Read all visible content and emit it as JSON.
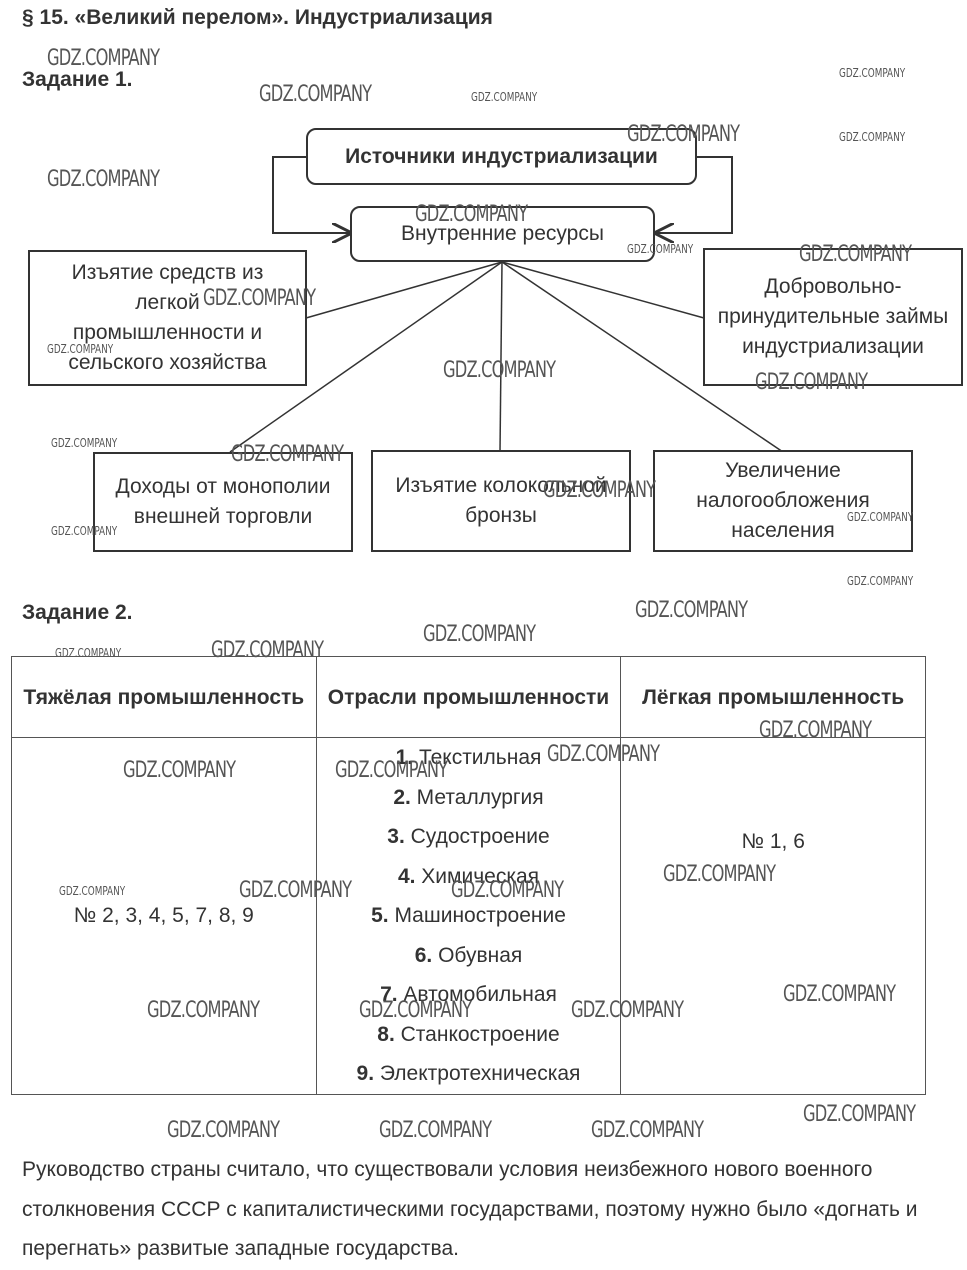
{
  "page_title": "§ 15. «Великий перелом». Индустриализация",
  "task1": {
    "label": "Задание 1.",
    "root": "Источники индустриализации",
    "center": "Внутренние ресурсы",
    "sources": [
      "Изъятие средств из легкой промышленности и сельского хозяйства",
      "Добровольно-принудительные займы индустриализации",
      "Доходы от монополии внешней торговли",
      "Изъятие колокольной бронзы",
      "Увеличение налогообложения населения"
    ]
  },
  "task2": {
    "label": "Задание 2.",
    "headers": [
      "Тяжёлая промышленность",
      "Отрасли промышленности",
      "Лёгкая промышленность"
    ],
    "heavy": "№ 2, 3, 4, 5, 7, 8, 9",
    "light": "№ 1, 6",
    "branches": [
      {
        "num": "1.",
        "name": "Текстильная"
      },
      {
        "num": "2.",
        "name": "Металлургия"
      },
      {
        "num": "3.",
        "name": "Судостроение"
      },
      {
        "num": "4.",
        "name": "Химическая"
      },
      {
        "num": "5.",
        "name": "Машиностроение"
      },
      {
        "num": "6.",
        "name": "Обувная"
      },
      {
        "num": "7.",
        "name": "Автомобильная"
      },
      {
        "num": "8.",
        "name": "Станкостроение"
      },
      {
        "num": "9.",
        "name": "Электротехническая"
      }
    ]
  },
  "conclusion": "Руководство страны считало, что существовали условия неизбежного нового военного столкновения СССР с капиталистическими государствами, поэтому нужно было «догнать и перегнать» развитые западные государства.",
  "watermark": "GDZ.COMPANY"
}
